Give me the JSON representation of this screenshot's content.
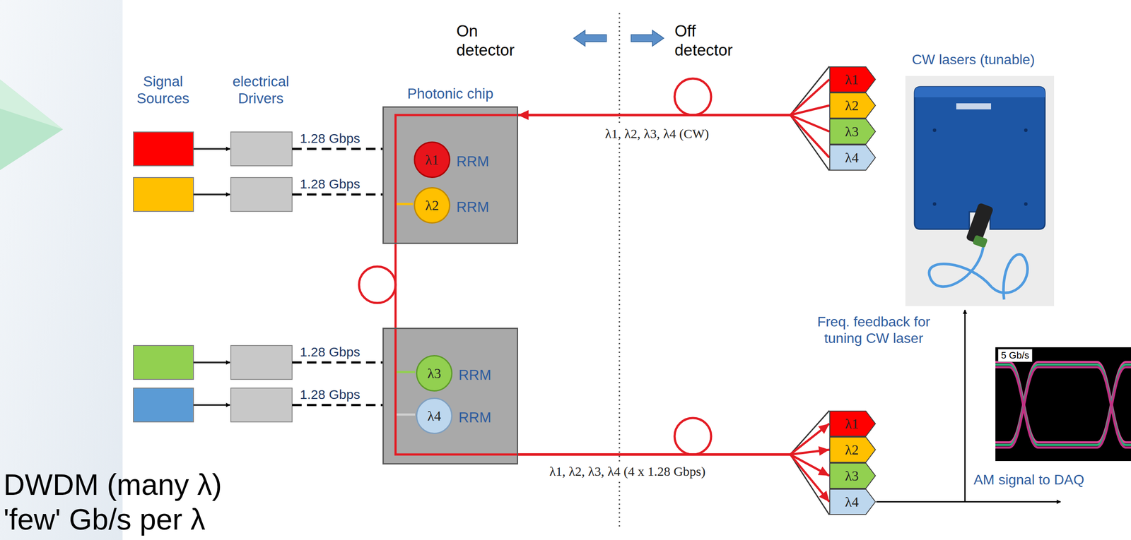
{
  "diagram": {
    "nodes": [
      {
        "text": [
          "Photonic chip"
        ]
      },
      {
        "text": [
          "λ1",
          "RRM"
        ],
        "in": 0
      },
      {
        "text": [
          "λ2",
          "RRM"
        ],
        "in": 0
      },
      {
        "text": []
      },
      {
        "text": [
          "λ3",
          "RRM"
        ],
        "in": 3
      },
      {
        "text": [
          "λ4",
          "RRM"
        ],
        "in": 3
      },
      {
        "text": [
          "λ1"
        ]
      },
      {
        "text": [
          "λ2"
        ]
      },
      {
        "text": [
          "λ3"
        ]
      },
      {
        "text": [
          "λ4"
        ]
      },
      {
        "text": [
          "λ1"
        ]
      },
      {
        "text": [
          "λ2"
        ]
      },
      {
        "text": [
          "λ3"
        ]
      },
      {
        "text": [
          "λ4"
        ]
      }
    ],
    "edges": [
      {
        "from": 6,
        "to": 0,
        "arrow": "to"
      },
      {
        "from": 7,
        "to": 0,
        "arrow": "to"
      },
      {
        "from": 8,
        "to": 0,
        "arrow": "to"
      },
      {
        "from": 9,
        "to": 0,
        "arrow": "to"
      },
      {
        "from": 0,
        "to": 3,
        "arrow": "none"
      },
      {
        "from": 3,
        "to": 10,
        "arrow": "to"
      },
      {
        "from": 3,
        "to": 11,
        "arrow": "to"
      },
      {
        "from": 3,
        "to": 12,
        "arrow": "to"
      },
      {
        "from": 3,
        "to": 13,
        "arrow": "to"
      }
    ],
    "labels": [
      "On detector",
      "Off detector",
      "Signal Sources",
      "electrical Drivers",
      "1.28 Gbps",
      "1.28 Gbps",
      "1.28 Gbps",
      "1.28 Gbps",
      "λ1, λ2, λ3, λ4 (CW)",
      "CW lasers (tunable)",
      "Freq. feedback for tuning CW laser",
      "5 Gb/s",
      "λ1, λ2, λ3, λ4 (4 x 1.28 Gbps)",
      "AM signal to DAQ",
      "DWDM (many λ)",
      "'few' Gb/s per λ"
    ]
  }
}
